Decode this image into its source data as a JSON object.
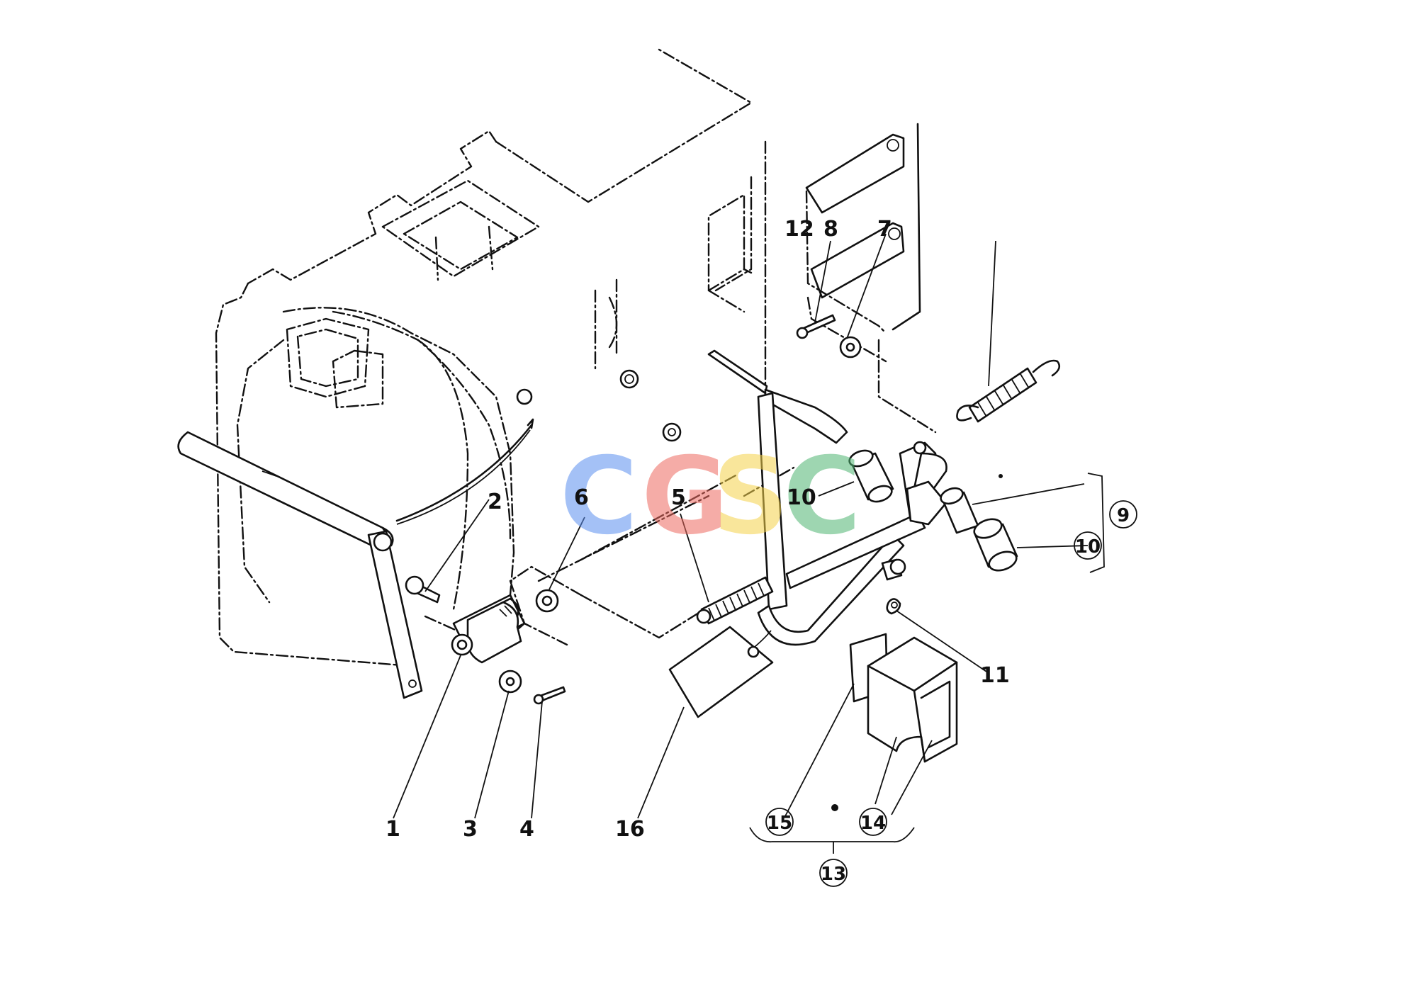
{
  "watermark": {
    "letters": [
      "C",
      "G",
      "S",
      "C"
    ],
    "colors": [
      "#5b8ff0",
      "#ee6a60",
      "#f5d24a",
      "#4fb573"
    ]
  },
  "callouts": {
    "c1": "1",
    "c2": "2",
    "c3": "3",
    "c4": "4",
    "c5": "5",
    "c6": "6",
    "c7": "7",
    "c8": "8",
    "c9": "9",
    "c10a": "10",
    "c10b": "10",
    "c11": "11",
    "c12": "12",
    "c13": "13",
    "c14": "14",
    "c15": "15",
    "c16": "16"
  }
}
